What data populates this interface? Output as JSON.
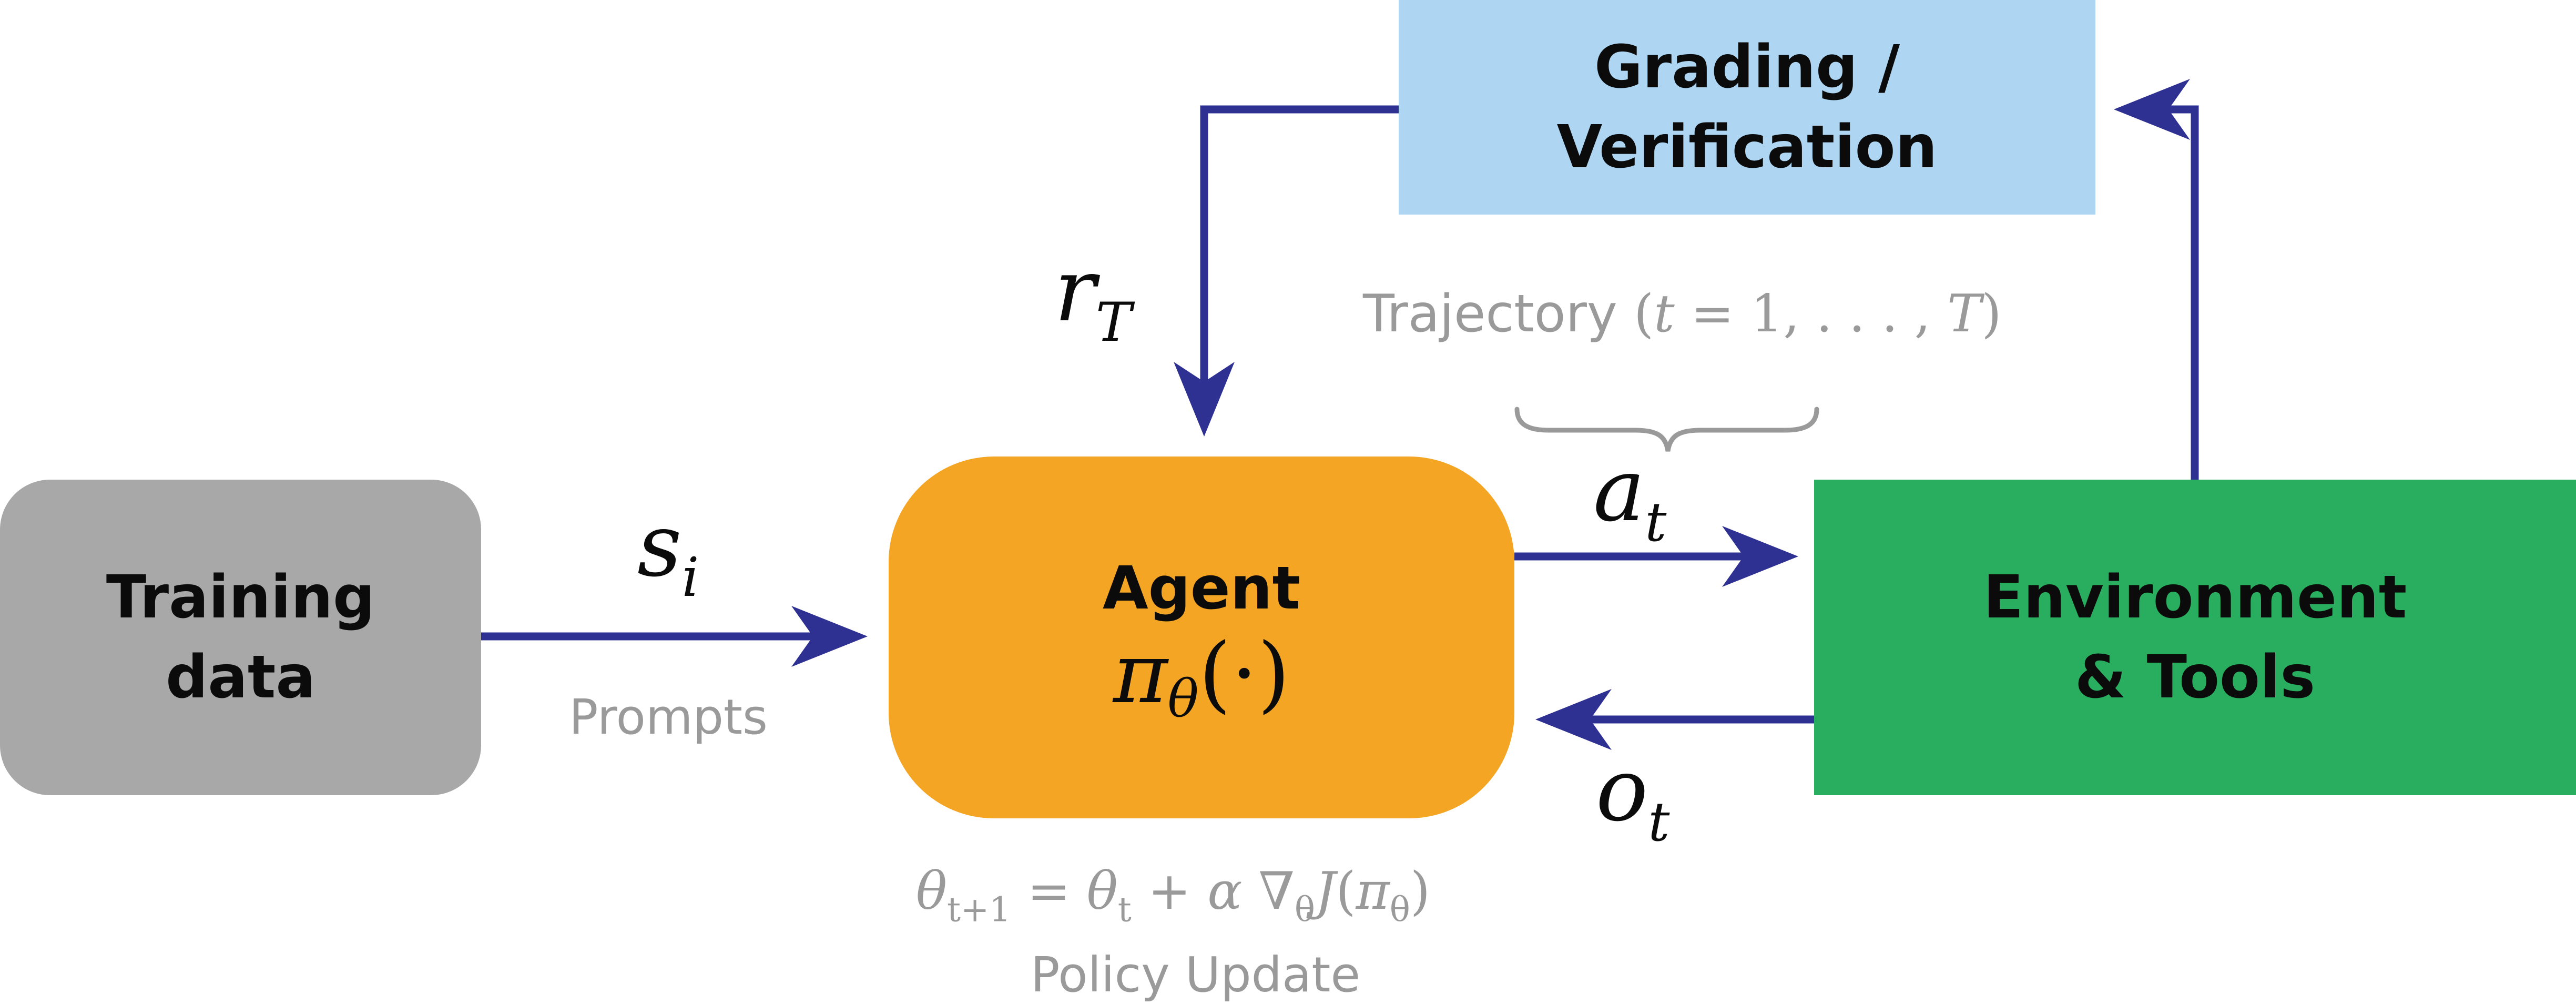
{
  "colors": {
    "arrow": "#2e3192",
    "brace": "#9a9a9a",
    "training_box": "#a8a8a8",
    "agent_box": "#f4a523",
    "environment_box": "#29ae60",
    "grading_box": "#aed6f2",
    "gray_text": "#9a9a9a"
  },
  "nodes": {
    "training": {
      "line1": "Training",
      "line2": "data"
    },
    "agent": {
      "title": "Agent",
      "policy_symbol": "π",
      "policy_sub": "θ",
      "policy_arg": "(·)"
    },
    "environment": {
      "line1": "Environment",
      "line2": "& Tools"
    },
    "grading": {
      "line1": "Grading /",
      "line2": "Verification"
    }
  },
  "edges": {
    "state": {
      "symbol": "s",
      "sub": "i",
      "caption": "Prompts"
    },
    "action": {
      "symbol": "a",
      "sub": "t"
    },
    "observation": {
      "symbol": "o",
      "sub": "t"
    },
    "reward": {
      "symbol": "r",
      "sub": "T"
    }
  },
  "trajectory": {
    "word": "Trajectory",
    "open_paren": "(",
    "var": "t",
    "eq": " = 1, . . . , ",
    "upper": "T",
    "close_paren": ")"
  },
  "update": {
    "theta": "θ",
    "sub_next": "t+1",
    "eq": " = ",
    "sub_t": "t",
    "plus": " + ",
    "alpha": "α",
    "nabla": " ∇",
    "sub_theta": "θ",
    "J": "J",
    "open": "(",
    "pi": "π",
    "close": ")",
    "caption": "Policy Update"
  }
}
